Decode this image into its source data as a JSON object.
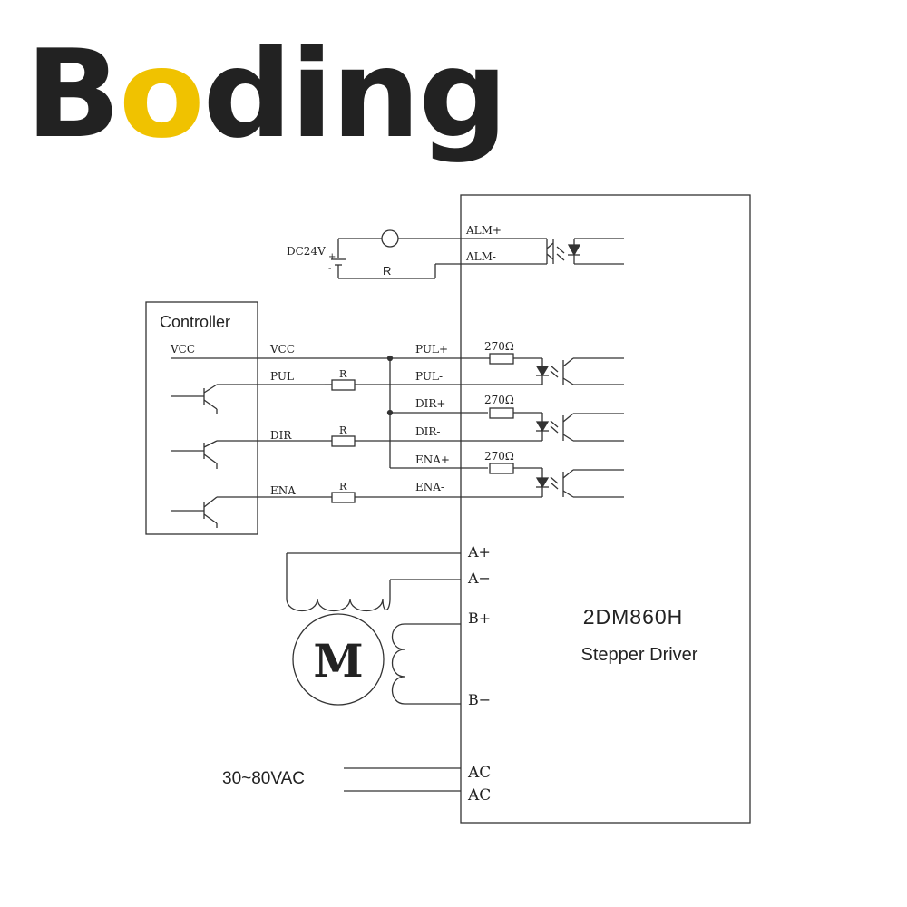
{
  "brand": {
    "logo_text": "Boding",
    "logo_colors": {
      "text": "#1a1a1a",
      "accent": "#f0c200"
    }
  },
  "colors": {
    "line": "#333333",
    "text": "#222222"
  },
  "alarm": {
    "supply_label": "DC24V",
    "plus_sign": "+",
    "minus_sign": "-",
    "resistor_label": "R",
    "alm_plus": "ALM+",
    "alm_minus": "ALM-"
  },
  "controller": {
    "title": "Controller",
    "vcc_left": "VCC",
    "vcc": "VCC",
    "pul": "PUL",
    "dir": "DIR",
    "ena": "ENA",
    "resistor_label": "R"
  },
  "inputs": {
    "pul_plus": "PUL+",
    "pul_minus": "PUL-",
    "dir_plus": "DIR+",
    "dir_minus": "DIR-",
    "ena_plus": "ENA+",
    "ena_minus": "ENA-",
    "resistor_value": "270Ω"
  },
  "motor": {
    "symbol": "M",
    "a_plus": "A+",
    "a_minus": "A−",
    "b_plus": "B+",
    "b_minus": "B−"
  },
  "power": {
    "input_label": "30~80VAC",
    "ac1": "AC",
    "ac2": "AC"
  },
  "driver": {
    "model": "2DM860H",
    "description": "Stepper Driver"
  }
}
